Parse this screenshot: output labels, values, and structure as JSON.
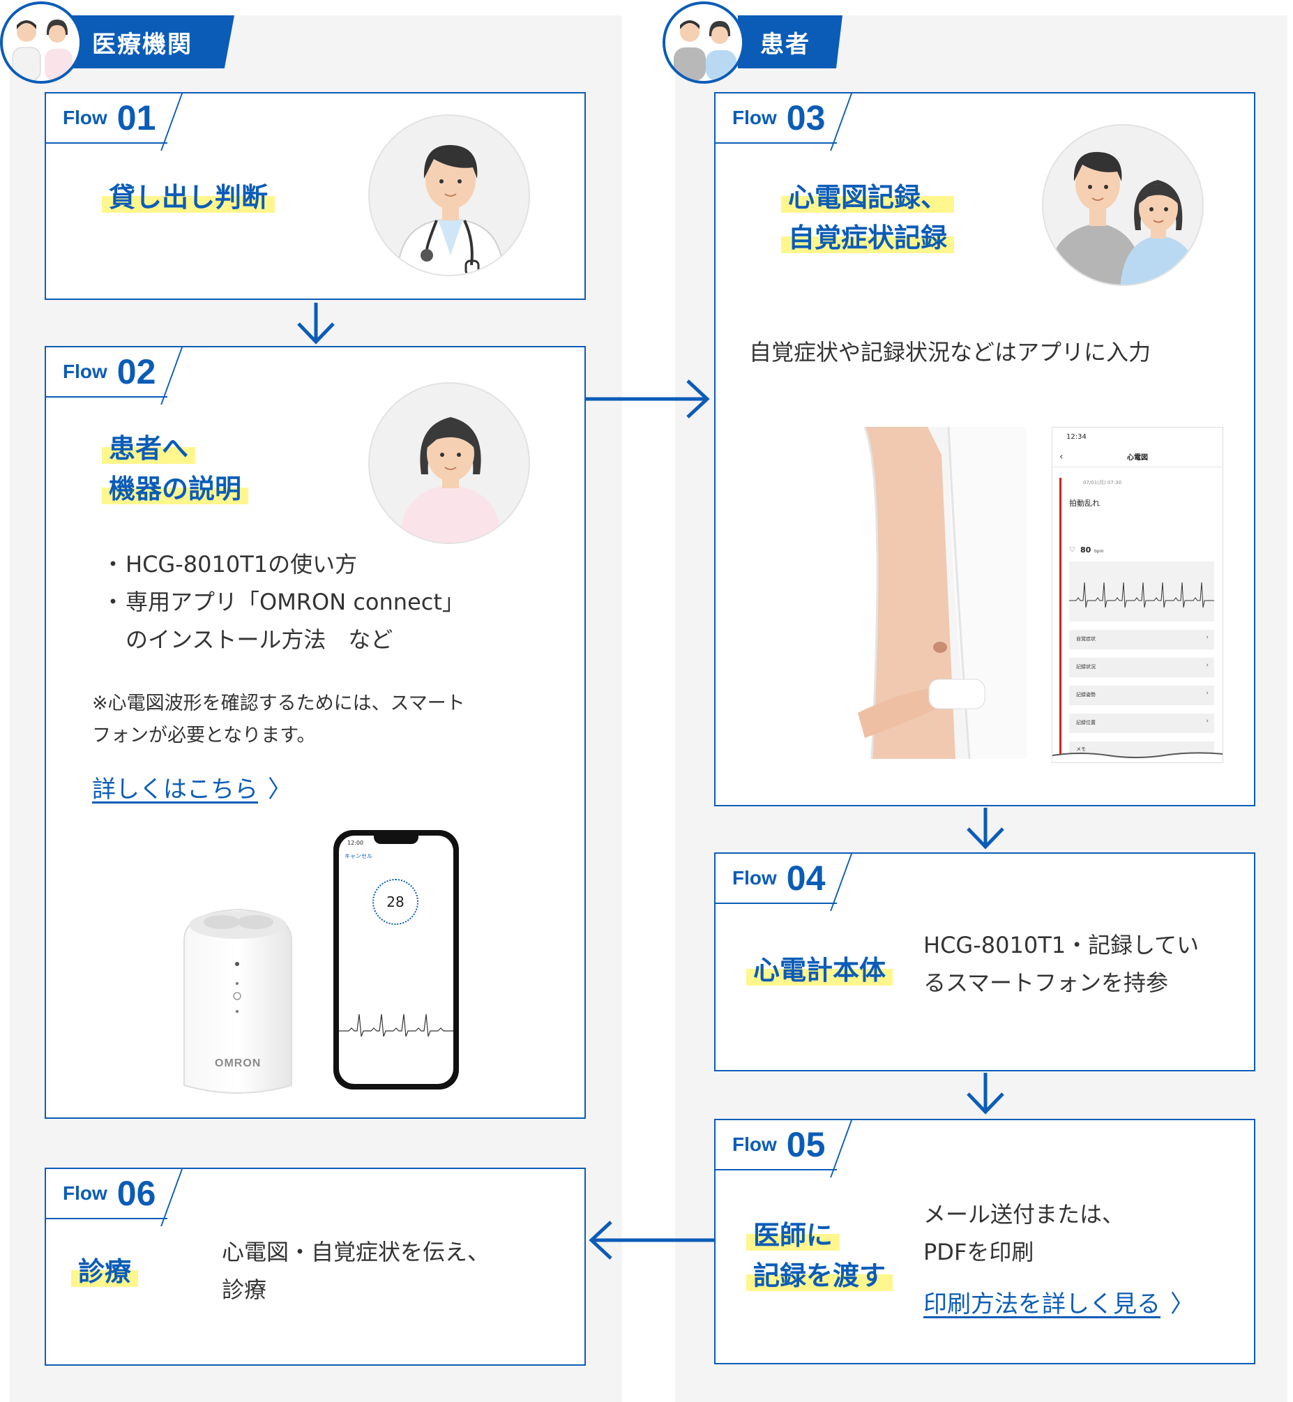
{
  "columns": {
    "medical": {
      "label": "医療機関"
    },
    "patient": {
      "label": "患者"
    }
  },
  "flows": [
    {
      "id": "01",
      "flow_word": "Flow",
      "num": "01",
      "title_lines": [
        "貸し出し判断"
      ]
    },
    {
      "id": "02",
      "flow_word": "Flow",
      "num": "02",
      "title_lines": [
        "患者へ",
        "機器の説明"
      ],
      "bullets": [
        "HCG-8010T1の使い方",
        "専用アプリ「OMRON connect」",
        "のインストール方法　など"
      ],
      "note_lines": [
        "※心電図波形を確認するためには、スマート",
        "フォンが必要となります。"
      ],
      "link": "詳しくはこちら",
      "device_brand": "OMRON",
      "phone": {
        "time": "12:00",
        "cancel": "キャンセル",
        "countdown": "28"
      }
    },
    {
      "id": "03",
      "flow_word": "Flow",
      "num": "03",
      "title_lines": [
        "心電図記録、",
        "自覚症状記録"
      ],
      "description": "自覚症状や記録状況などはアプリに入力",
      "app": {
        "time": "12:34",
        "screen_title": "心電図",
        "date": "07/01(月) 07:30",
        "status": "拍動乱れ",
        "bpm_value": "80",
        "bpm_unit": "bpm",
        "menu": [
          "自覚症状",
          "記録状況",
          "記録姿勢",
          "記録位置",
          "メモ"
        ]
      }
    },
    {
      "id": "04",
      "flow_word": "Flow",
      "num": "04",
      "title_lines": [
        "心電計本体"
      ],
      "description_lines": [
        "HCG-8010T1・記録してい",
        "るスマートフォンを持参"
      ]
    },
    {
      "id": "05",
      "flow_word": "Flow",
      "num": "05",
      "title_lines": [
        "医師に",
        "記録を渡す"
      ],
      "description_lines": [
        "メール送付または、",
        "PDFを印刷"
      ],
      "link": "印刷方法を詳しく見る"
    },
    {
      "id": "06",
      "flow_word": "Flow",
      "num": "06",
      "title_lines": [
        "診療"
      ],
      "description_lines": [
        "心電図・自覚症状を伝え、",
        "診療"
      ]
    }
  ],
  "colors": {
    "accent": "#0b5cb7",
    "highlight": "#fff68d",
    "column_bg": "#f4f4f5"
  },
  "icons": [
    "doctor-illustration",
    "nurse-illustration",
    "patients-illustration",
    "arrow-down-icon",
    "arrow-right-icon",
    "arrow-left-icon",
    "chevron-right-icon"
  ]
}
